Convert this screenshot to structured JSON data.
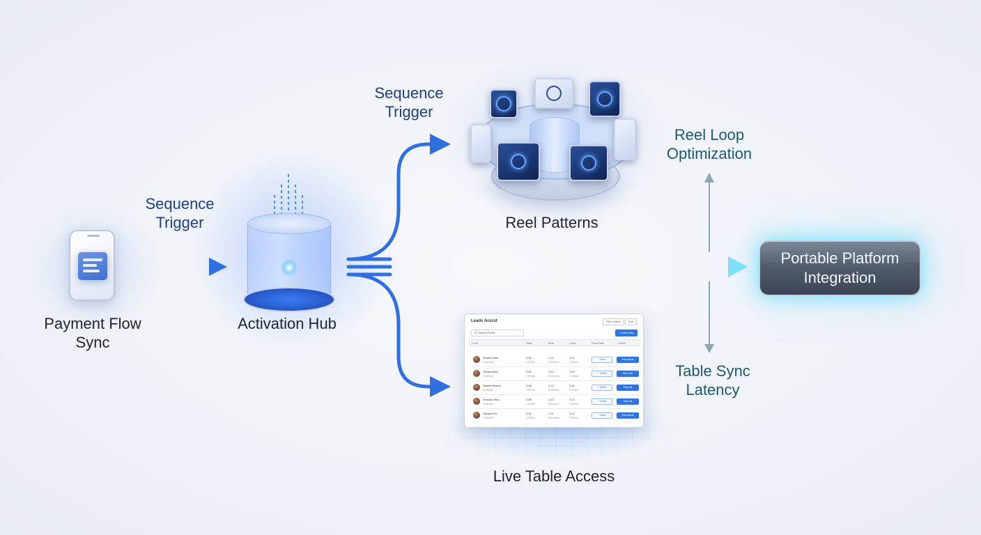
{
  "nodes": {
    "payment": {
      "line1": "Payment Flow",
      "line2": "Sync"
    },
    "hub": {
      "label": "Activation Hub"
    },
    "reel": {
      "label": "Reel Patterns"
    },
    "live_table": {
      "label": "Live Table Access"
    },
    "platform": {
      "line1": "Portable Platform",
      "line2": "Integration"
    }
  },
  "edge_labels": {
    "trigger_left": {
      "line1": "Sequence",
      "line2": "Trigger"
    },
    "trigger_top": {
      "line1": "Sequence",
      "line2": "Trigger"
    },
    "reel_loop": {
      "line1": "Reel Loop",
      "line2": "Optimization"
    },
    "table_sync": {
      "line1": "Table Sync",
      "line2": "Latency"
    }
  },
  "dashboard": {
    "title": "Leads Accrut",
    "header_buttons": [
      "Filter Ratios",
      "Edit"
    ],
    "filter_placeholder": "Q: Search Fields",
    "add_button": "+ Add Entry",
    "columns": [
      "Lead",
      "Stats",
      "Bets",
      "Odds",
      "Rank/Stat",
      "Action"
    ],
    "rows": [
      {
        "name": "Sloane Arkin",
        "sub": "Controller",
        "c1": "3.52",
        "c1s": "0.50/sec",
        "c2": "1.12",
        "c2s": "Premiums",
        "c3": "1.12",
        "c3s": "0.50/sec",
        "pill": "+ Alarm",
        "action": "Hub Adjust"
      },
      {
        "name": "Tomas Arkin",
        "sub": "Controller",
        "c1": "3.52",
        "c1s": "0.50/sec",
        "c2": "1.12",
        "c2s": "Premiums",
        "c3": "1.12",
        "c3s": "0.50/sec",
        "pill": "+ Tabnts",
        "action": "Why Fwd"
      },
      {
        "name": "Slavek Benton",
        "sub": "Controller",
        "c1": "3.58",
        "c1s": "0.50/sec",
        "c2": "1.12",
        "c2s": "Premiums",
        "c3": "3.42",
        "c3s": "0.50/sec",
        "pill": "+ Drafts",
        "action": "Play Adj"
      },
      {
        "name": "Yolanda Ries",
        "sub": "Controller",
        "c1": "3.58",
        "c1s": "0.50/sec",
        "c2": "1.12",
        "c2s": "Premiums",
        "c3": "1.12",
        "c3s": "0.50/sec",
        "pill": "+ Drafts",
        "action": "Play Adj"
      },
      {
        "name": "Tavares Ro",
        "sub": "Controller",
        "c1": "3.51",
        "c1s": "0.50/sec",
        "c2": "1.21",
        "c2s": "Premiums",
        "c3": "2.43",
        "c3s": "0.50/sec",
        "pill": "+ Alarts",
        "action": "Hub Adjust"
      }
    ]
  },
  "colors": {
    "flow_blue": "#2f6fe0",
    "flow_light": "#5fc9f5",
    "vertical_link": "#8aa7b8",
    "platform_glow": "#5adcff"
  },
  "icons": {
    "payment": "phone-card-icon",
    "hub": "glowing-cylinder-icon",
    "reel": "carousel-reel-icon",
    "table": "dashboard-table-icon"
  }
}
